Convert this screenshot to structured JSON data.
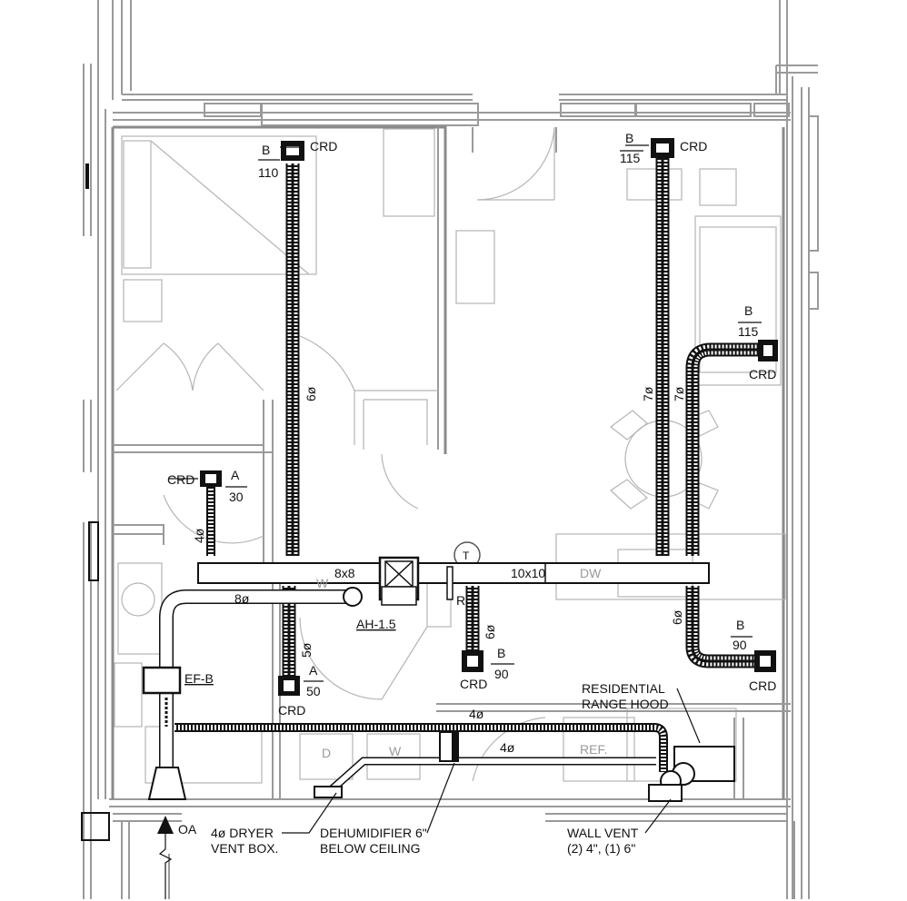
{
  "ducts": {
    "main_trunk_left": "8x8",
    "main_trunk_right": "10x10",
    "branch_8": "8ø",
    "branch_6_bed": "6ø",
    "branch_7_a": "7ø",
    "branch_7_b": "7ø",
    "branch_6_right": "6ø",
    "branch_6_return": "6ø",
    "branch_5": "5ø",
    "branch_4_left": "4ø",
    "exhaust_4_top": "4ø",
    "exhaust_4_bottom": "4ø"
  },
  "diffusers": [
    {
      "type": "B",
      "cfm": "110",
      "tag": "CRD"
    },
    {
      "type": "B",
      "cfm": "115",
      "tag": "CRD"
    },
    {
      "type": "B",
      "cfm": "115",
      "tag": "CRD"
    },
    {
      "type": "A",
      "cfm": "30",
      "tag": "CRD"
    },
    {
      "type": "A",
      "cfm": "50",
      "tag": "CRD"
    },
    {
      "type": "B",
      "cfm": "90",
      "tag": "CRD"
    },
    {
      "type": "B",
      "cfm": "90",
      "tag": "CRD"
    }
  ],
  "equipment": {
    "air_handler": "AH-1.5",
    "exhaust_fan": "EF-B",
    "thermostat": "T",
    "return": "R",
    "outside_air": "OA"
  },
  "appliances": {
    "washer_top": "W",
    "dishwasher": "DW",
    "dryer": "D",
    "washer": "W",
    "refrigerator": "REF."
  },
  "notes": {
    "range_hood_line1": "RESIDENTIAL",
    "range_hood_line2": "RANGE HOOD",
    "dryer_box_line1": "4ø DRYER",
    "dryer_box_line2": "VENT BOX.",
    "dehum_line1": "DEHUMIDIFIER 6\"",
    "dehum_line2": "BELOW CEILING",
    "wall_vent_line1": "WALL VENT",
    "wall_vent_line2": "(2) 4\", (1) 6\""
  }
}
